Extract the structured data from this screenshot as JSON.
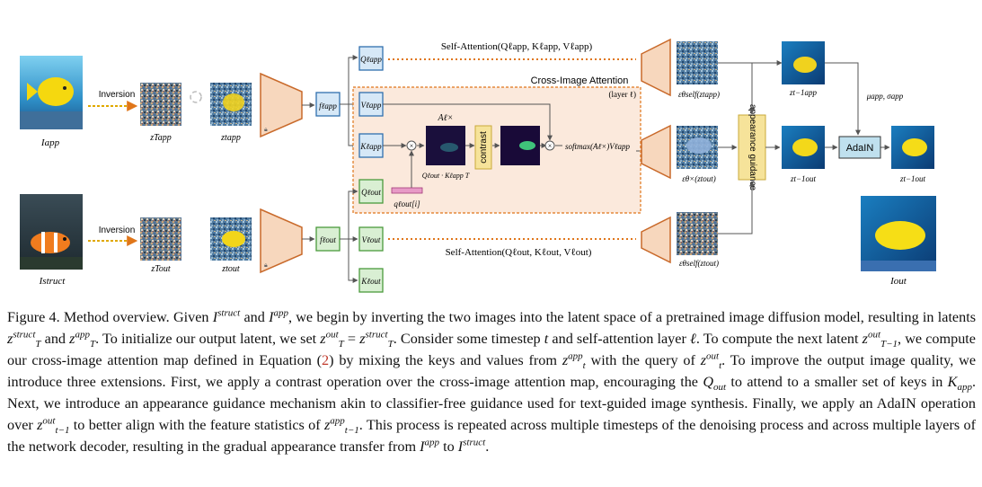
{
  "figure": {
    "labels": {
      "inversion_top": "Inversion",
      "inversion_bottom": "Inversion",
      "cross_image_attention": "Cross-Image Attention",
      "layer": "(layer ℓ)",
      "contrast": "contrast",
      "appearance_guidance": "appearance guidance",
      "adain": "AdaIN",
      "self_attention_top": "Self-Attention(Qℓapp, Kℓapp, Vℓapp)",
      "self_attention_bottom": "Self-Attention(Qℓout, Kℓout, Vℓout)",
      "softmax": "softmax(Aℓ×)Vℓapp",
      "q_dot_k": "Qℓout · Kℓapp T",
      "q_out_i": "qℓout[i]",
      "A_x": "Aℓ×",
      "mu_sigma": "μapp, σapp",
      "I_app": "Iapp",
      "I_struct": "Istruct",
      "I_out": "Iout",
      "zT_app": "zTapp",
      "zt_app": "ztapp",
      "zT_out": "zTout",
      "zt_out": "ztout",
      "f_app": "fℓapp",
      "f_out": "fℓout",
      "Q_app": "Qℓapp",
      "V_app": "Vℓapp",
      "K_app": "Kℓapp",
      "Q_out": "Qℓout",
      "V_out": "Vℓout",
      "K_out": "Kℓout",
      "eps_self_app": "εθself(ztapp)",
      "eps_x_out": "εθ×(ztout)",
      "eps_self_out": "εθself(ztout)",
      "z_tm1_app": "zt−1app",
      "z_tm1_out_mid": "zt−1out",
      "z_tm1_out_right": "zt−1out"
    },
    "colors": {
      "accent_dotted": "#e0761a",
      "encoder_fill": "#f7d7bd",
      "encoder_stroke": "#c96a2b",
      "cross_box_fill": "#fbe9dc",
      "app_tile_fill": "#d6e8f7",
      "app_tile_stroke": "#2f6fae",
      "out_tile_fill": "#d9efd3",
      "out_tile_stroke": "#4a9a3c",
      "contrast_fill": "#f6e39a",
      "adain_fill": "#bfe0ee",
      "q_vec_fill": "#e79ac6"
    }
  },
  "caption": {
    "p1": "Figure 4. Method overview. Given ",
    "p2": " and ",
    "p3": ", we begin by inverting the two images into the latent space of a pretrained image diffusion model, resulting in latents ",
    "p4": " and ",
    "p5": ". To initialize our output latent, we set ",
    "p6": ". Consider some timestep ",
    "p7": " and self-attention layer ",
    "p8": ". To compute the next latent ",
    "p9": ", we compute our cross-image attention map defined in Equation (",
    "eqref": "2",
    "p10": ") by mixing the keys and values from ",
    "p11": " with the query of ",
    "p12": ". To improve the output image quality, we introduce three extensions. First, we apply a contrast operation over the cross-image attention map, encouraging the ",
    "p13": " to attend to a smaller set of keys in ",
    "p14": ". Next, we introduce an appearance guidance mechanism akin to classifier-free guidance used for text-guided image synthesis. Finally, we apply an AdaIN operation over ",
    "p15": " to better align with the feature statistics of ",
    "p16": ". This process is repeated across multiple timesteps of the denoising process and across multiple layers of the network decoder, resulting in the gradual appearance transfer from ",
    "p17": " to ",
    "p18": ".",
    "m_I_struct": "I",
    "m_struct": "struct",
    "m_I_app": "I",
    "m_app": "app",
    "m_z": "z",
    "m_T": "T",
    "m_out": "out",
    "m_eq": " = ",
    "m_t": "t",
    "m_ell": "ℓ",
    "m_tm1": "T−1",
    "m_t_sub": "t",
    "m_Q": "Q",
    "m_K": "K",
    "m_tm1b": "t−1"
  }
}
